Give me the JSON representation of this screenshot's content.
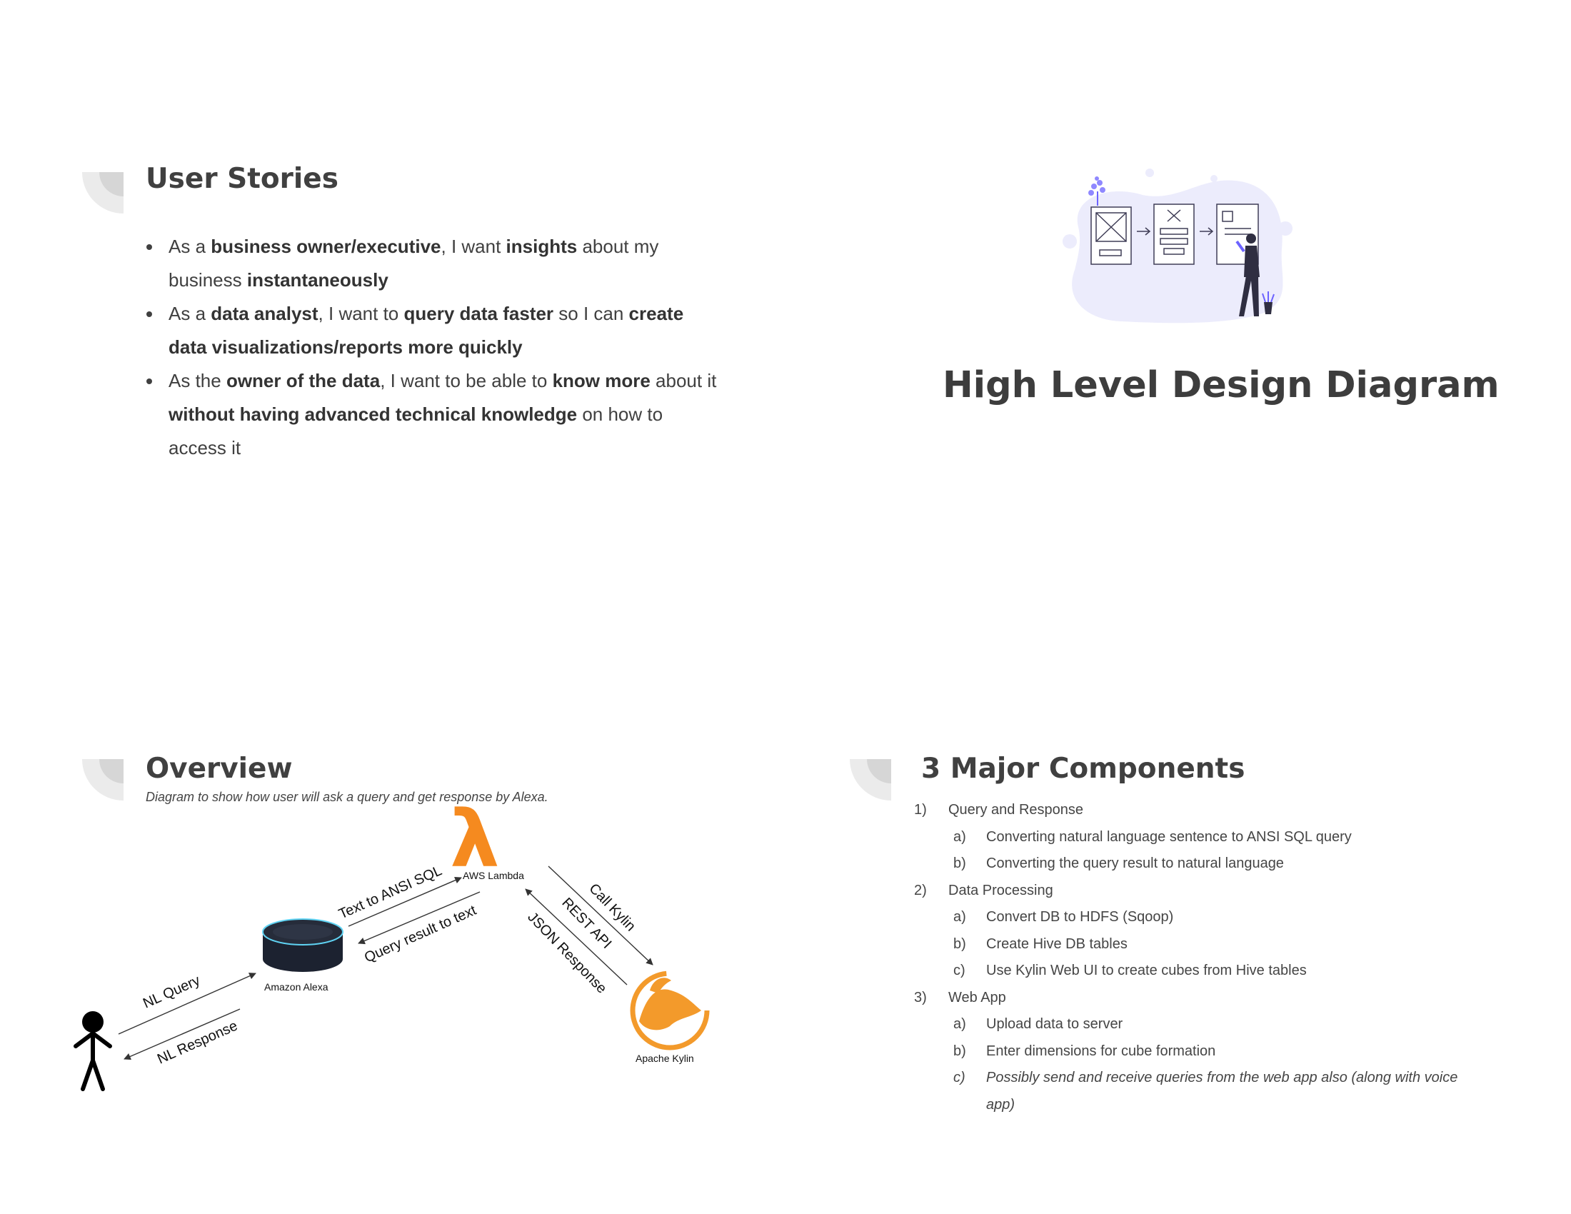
{
  "user_stories": {
    "heading": "User Stories",
    "items": [
      [
        {
          "t": "As a "
        },
        {
          "t": "business owner/executive",
          "b": true
        },
        {
          "t": ", I want "
        },
        {
          "t": "insights",
          "b": true
        },
        {
          "t": " about my business "
        },
        {
          "t": "instantaneously",
          "b": true
        }
      ],
      [
        {
          "t": "As a "
        },
        {
          "t": "data analyst",
          "b": true
        },
        {
          "t": ", I want to "
        },
        {
          "t": "query data faster",
          "b": true
        },
        {
          "t": " so I can "
        },
        {
          "t": "create data visualizations/reports more quickly",
          "b": true
        }
      ],
      [
        {
          "t": "As the "
        },
        {
          "t": "owner of the data",
          "b": true
        },
        {
          "t": ", I want to be able to "
        },
        {
          "t": "know more",
          "b": true
        },
        {
          "t": " about it "
        },
        {
          "t": "without having advanced technical knowledge",
          "b": true
        },
        {
          "t": " on how to access it"
        }
      ]
    ]
  },
  "hld": {
    "title": "High Level Design Diagram",
    "colors": {
      "blob": "#ececfc",
      "accent": "#6c63ff",
      "figure": "#2f2e41"
    }
  },
  "overview": {
    "heading": "Overview",
    "subtitle": "Diagram to show how user will ask a query and get response by Alexa.",
    "diagram": {
      "nodes": {
        "user": "user-icon",
        "alexa": "Amazon Alexa",
        "lambda": "AWS Lambda",
        "lambda_symbol": "λ",
        "kylin": "Apache Kylin"
      },
      "edges": {
        "nl_query": "NL Query",
        "nl_response": "NL Response",
        "text_to_sql": "Text to ANSI SQL",
        "query_result": "Query result to text",
        "call_kylin": "Call Kylin",
        "rest_api": "REST API",
        "json_response": "JSON Response"
      },
      "colors": {
        "lambda": "#f58a1f",
        "kylin": "#f39a2b",
        "alexa_ring": "#5fd3f3"
      }
    }
  },
  "components": {
    "heading": "3 Major Components",
    "items": [
      {
        "num": "1)",
        "label": "Query and Response",
        "sub": [
          {
            "num": "a)",
            "label": "Converting natural language sentence to ANSI SQL query"
          },
          {
            "num": "b)",
            "label": "Converting the query result to natural language"
          }
        ]
      },
      {
        "num": "2)",
        "label": "Data Processing",
        "sub": [
          {
            "num": "a)",
            "label": "Convert DB to HDFS (Sqoop)"
          },
          {
            "num": "b)",
            "label": "Create Hive DB tables"
          },
          {
            "num": "c)",
            "label": "Use Kylin Web UI to create cubes from Hive tables"
          }
        ]
      },
      {
        "num": "3)",
        "label": "Web App",
        "sub": [
          {
            "num": "a)",
            "label": "Upload data to server"
          },
          {
            "num": "b)",
            "label": "Enter dimensions for cube formation"
          },
          {
            "num": "c)",
            "label": "Possibly send and receive queries from the web app also (along with voice",
            "cont": "app)",
            "italic": true
          }
        ]
      }
    ]
  }
}
